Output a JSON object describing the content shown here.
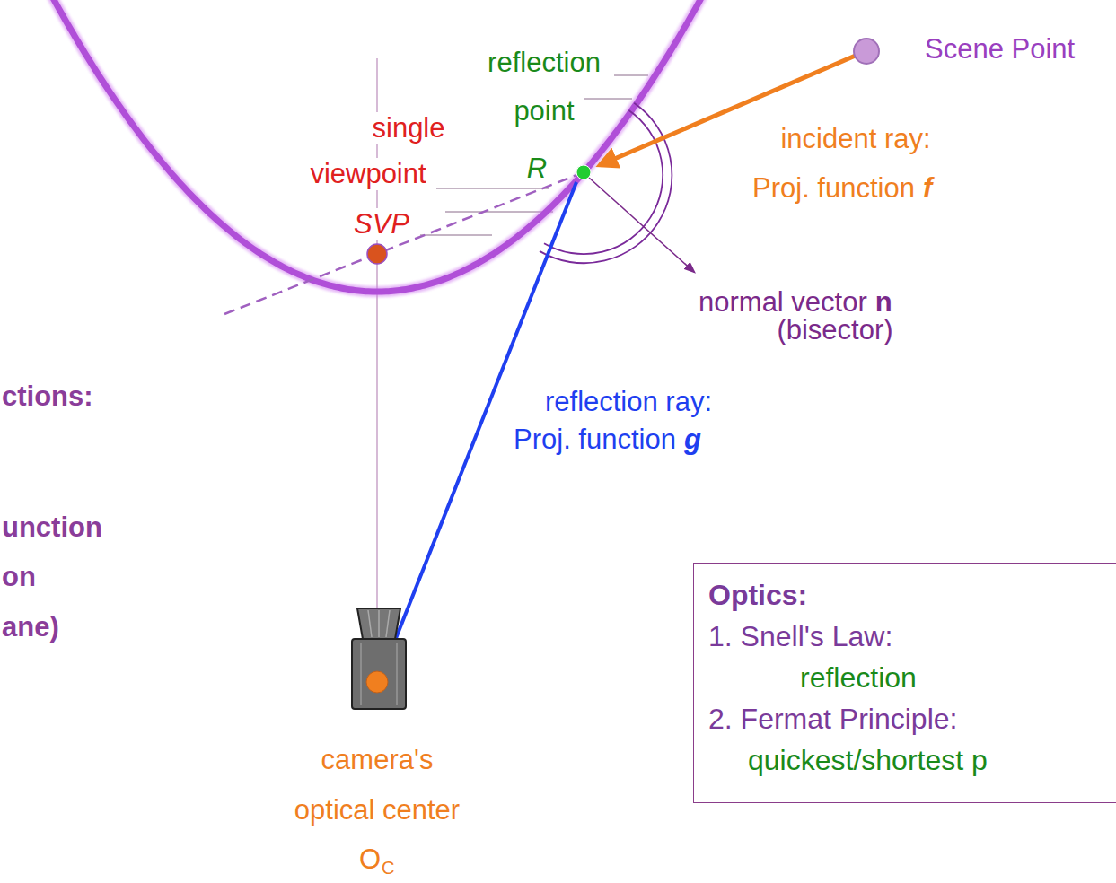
{
  "diagram": {
    "nodes": [
      {
        "text": [
          "Optics:",
          "1. Snell's Law:",
          "reflection",
          "2. Fermat Principle:",
          "quickest/shortest p"
        ]
      }
    ],
    "labels": [
      "reflection",
      "point",
      "single",
      "viewpoint",
      "SVP",
      "R",
      "Scene Point",
      "incident ray:",
      "Proj. function",
      "f",
      "normal vector",
      "n",
      "(bisector)",
      "reflection ray:",
      "Proj. function",
      "g",
      "ctions:",
      "unction",
      "on",
      "ane)",
      "camera's",
      "optical center",
      "O",
      "C"
    ]
  }
}
